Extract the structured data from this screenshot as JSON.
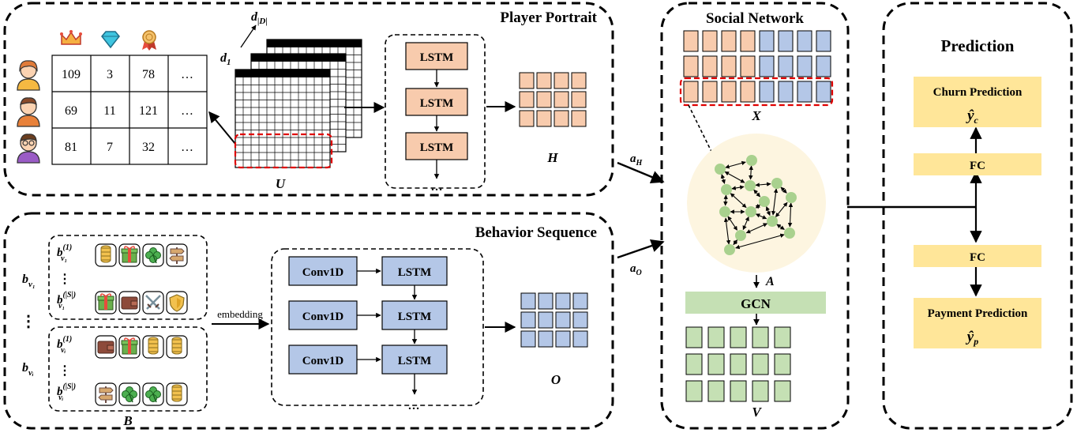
{
  "panels": {
    "player_portrait": "Player Portrait",
    "behavior_sequence": "Behavior Sequence",
    "social_network": "Social Network",
    "prediction": "Prediction"
  },
  "table": {
    "header_icons": [
      "crown-icon",
      "diamond-icon",
      "medal-icon"
    ],
    "rows": [
      [
        "109",
        "3",
        "78",
        "…"
      ],
      [
        "69",
        "11",
        "121",
        "…"
      ],
      [
        "81",
        "7",
        "32",
        "…"
      ]
    ],
    "avatars": [
      "woman-avatar-icon",
      "man-avatar-icon",
      "glasses-avatar-icon"
    ]
  },
  "labels": {
    "d_dim": "d",
    "d_dim_sub": "|D|",
    "d_one": "d",
    "d_one_sub": "1",
    "U": "U",
    "H": "H",
    "X": "X",
    "A": "A",
    "V": "V",
    "O": "O",
    "B": "B",
    "a_H": "a",
    "a_H_sub": "H",
    "a_O": "a",
    "a_O_sub": "O",
    "embedding": "embedding",
    "lstm": "LSTM",
    "conv1d": "Conv1D",
    "gcn": "GCN",
    "fc": "FC",
    "dots": "…",
    "vdots": "⋮",
    "churn_prediction": "Churn Prediction",
    "payment_prediction": "Payment Prediction",
    "y_c": "ŷ",
    "y_c_sub": "c",
    "y_p": "ŷ",
    "y_p_sub": "p",
    "b_v1": "b",
    "b_v1_sub": "v₁",
    "b_vi": "b",
    "b_vi_sub": "vᵢ",
    "b_v1_1": "b",
    "b_v1_1_sup": "(1)",
    "b_v1_1_sub": "v₁",
    "b_v1_S": "b",
    "b_v1_S_sup": "(|S|)",
    "b_v1_S_sub": "v₁",
    "b_vi_1": "b",
    "b_vi_1_sup": "(1)",
    "b_vi_1_sub": "vᵢ",
    "b_vi_S": "b",
    "b_vi_S_sup": "(|S|)",
    "b_vi_S_sub": "vᵢ"
  },
  "behavior_icons": {
    "v1_first": [
      "coin-stack-icon",
      "gift-icon",
      "clover-icon",
      "signpost-icon"
    ],
    "v1_last": [
      "gift-icon",
      "wallet-icon",
      "crossed-swords-icon",
      "shield-icon"
    ],
    "vi_first": [
      "wallet-icon",
      "gift-icon",
      "coin-stack-icon",
      "coin-stack-icon"
    ],
    "vi_last": [
      "signpost-icon",
      "clover-icon",
      "clover-icon",
      "coin-stack-icon"
    ]
  },
  "colors": {
    "orange": "#f8cbad",
    "blue": "#b4c7e7",
    "green": "#c5e0b4",
    "node_green": "#a9d18e",
    "gcn_green": "#c5e0b4",
    "yellow": "#ffe699",
    "red_dash": "#e00000",
    "graph_bg": "#fdf5e0"
  }
}
